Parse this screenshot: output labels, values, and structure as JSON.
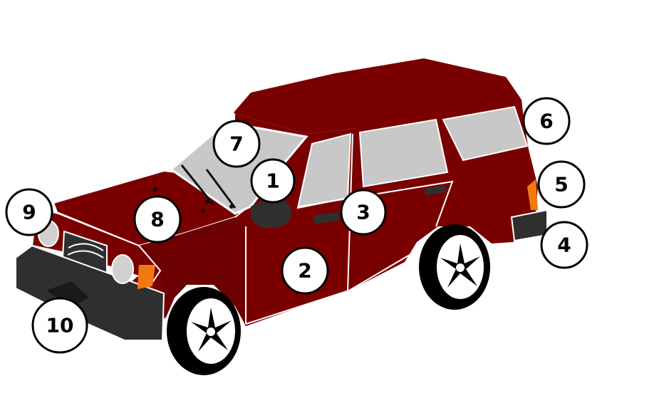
{
  "colors": {
    "body": "#7a0000",
    "body_dark": "#5c0000",
    "glass": "#c8c8c8",
    "trim": "#2f2f2f",
    "tire": "#000000",
    "rim": "#ffffff",
    "indicator": "#f07a10",
    "outline": "#ffffff"
  },
  "callouts": [
    {
      "id": "mirror",
      "label": "1"
    },
    {
      "id": "front-door",
      "label": "2"
    },
    {
      "id": "door-handle",
      "label": "3"
    },
    {
      "id": "rear-bumper",
      "label": "4"
    },
    {
      "id": "rear-light",
      "label": "5"
    },
    {
      "id": "rear-window",
      "label": "6"
    },
    {
      "id": "windshield",
      "label": "7"
    },
    {
      "id": "hood",
      "label": "8"
    },
    {
      "id": "headlight",
      "label": "9"
    },
    {
      "id": "front-bumper",
      "label": "10"
    }
  ]
}
